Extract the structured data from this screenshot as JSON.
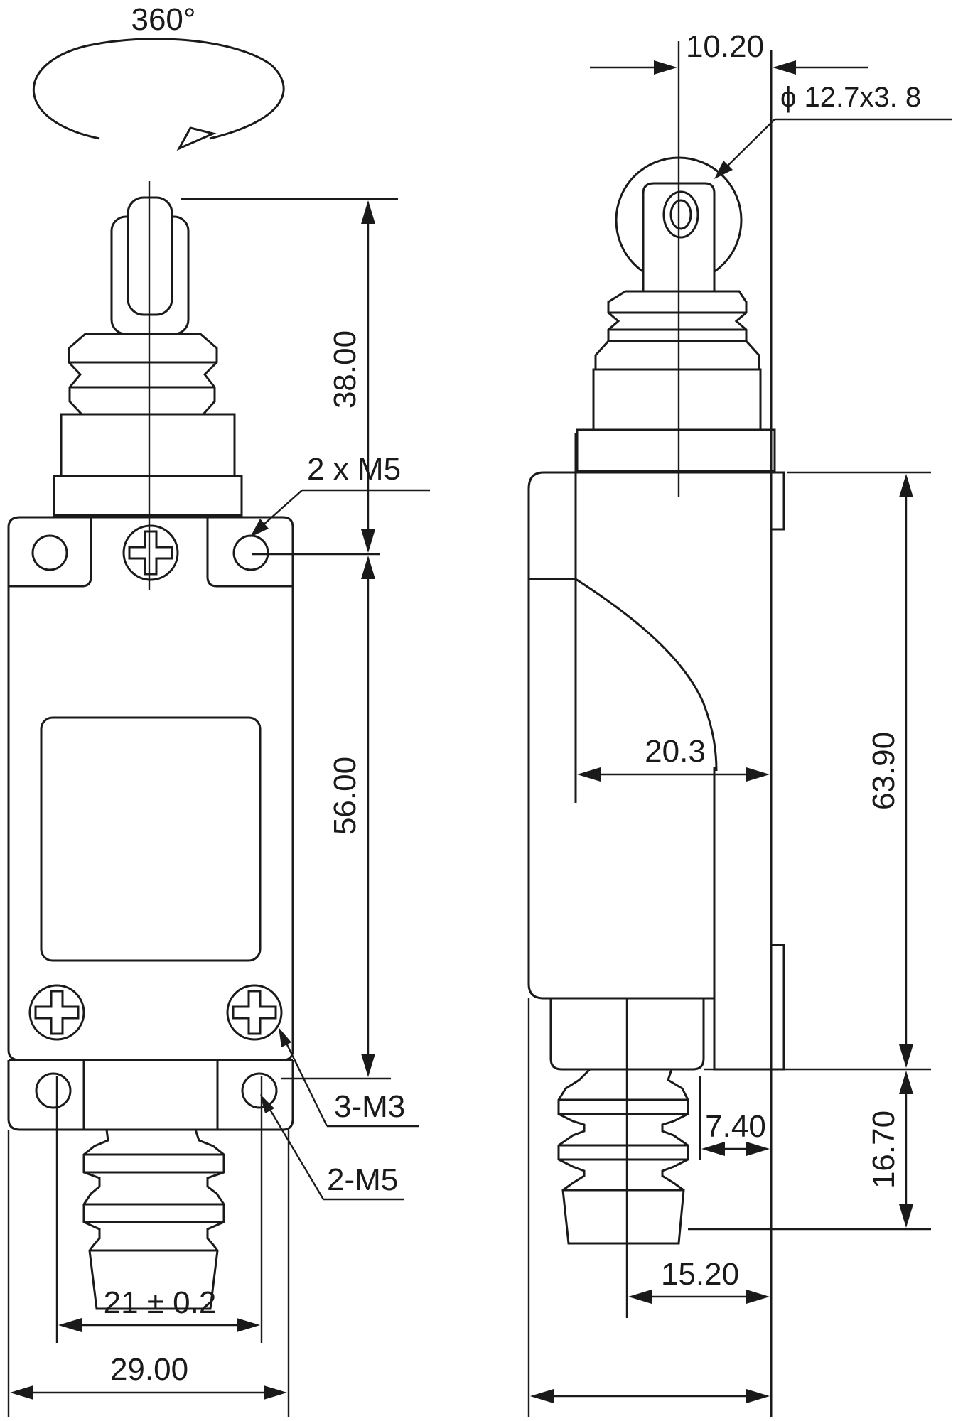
{
  "rotation_label": "360°",
  "front_view": {
    "height_upper": "38.00",
    "height_body": "56.00",
    "thread_top": "2 x M5",
    "thread_screws": "3-M3",
    "thread_bottom": "2-M5",
    "hole_spacing": "21 ± 0.2",
    "width": "29.00"
  },
  "side_view": {
    "roller_offset": "10.20",
    "roller_size": "ϕ 12.7x3. 8",
    "body_depth": "20.3",
    "body_height": "63.90",
    "bottom_height": "16.70",
    "stem_offset": "7.40",
    "center_offset": "15.20"
  },
  "colors": {
    "line": "#1a1a1a",
    "background": "#ffffff"
  }
}
